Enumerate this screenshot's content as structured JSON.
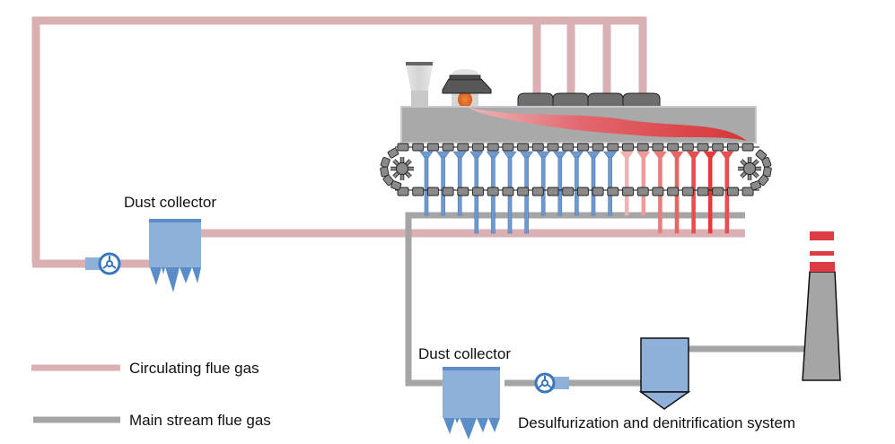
{
  "diagram": {
    "type": "process-flow",
    "title": "Sintering flue gas recirculation system",
    "labels": {
      "dust_collector_top": "Dust collector",
      "dust_collector_bottom": "Dust collector",
      "desulfurization": "Desulfurization and denitrification system"
    },
    "legend": [
      {
        "label": "Circulating flue gas",
        "color": "#dbb0b2"
      },
      {
        "label": "Main stream flue gas",
        "color": "#a5a5a5"
      }
    ],
    "colors": {
      "circulating": "#dbb0b2",
      "main_stream": "#a5a5a5",
      "equipment_blue": "#8fb1d9",
      "equipment_blue_dark": "#5b8ec8",
      "machine_gray": "#a9a9a9",
      "dark_gray": "#5e5e5e",
      "flame_red": "#e03a3a",
      "windbox_blue": "#6f9ad0"
    },
    "windboxes": {
      "blue_count": 12,
      "red_count": 7
    },
    "components": [
      "sintering-machine",
      "ignition-hood",
      "feed-hopper",
      "circulating-hoods",
      "dust-collector-circulating",
      "fan-circulating",
      "dust-collector-main",
      "fan-main",
      "desulfurization-denitrification-tower",
      "chimney"
    ]
  }
}
